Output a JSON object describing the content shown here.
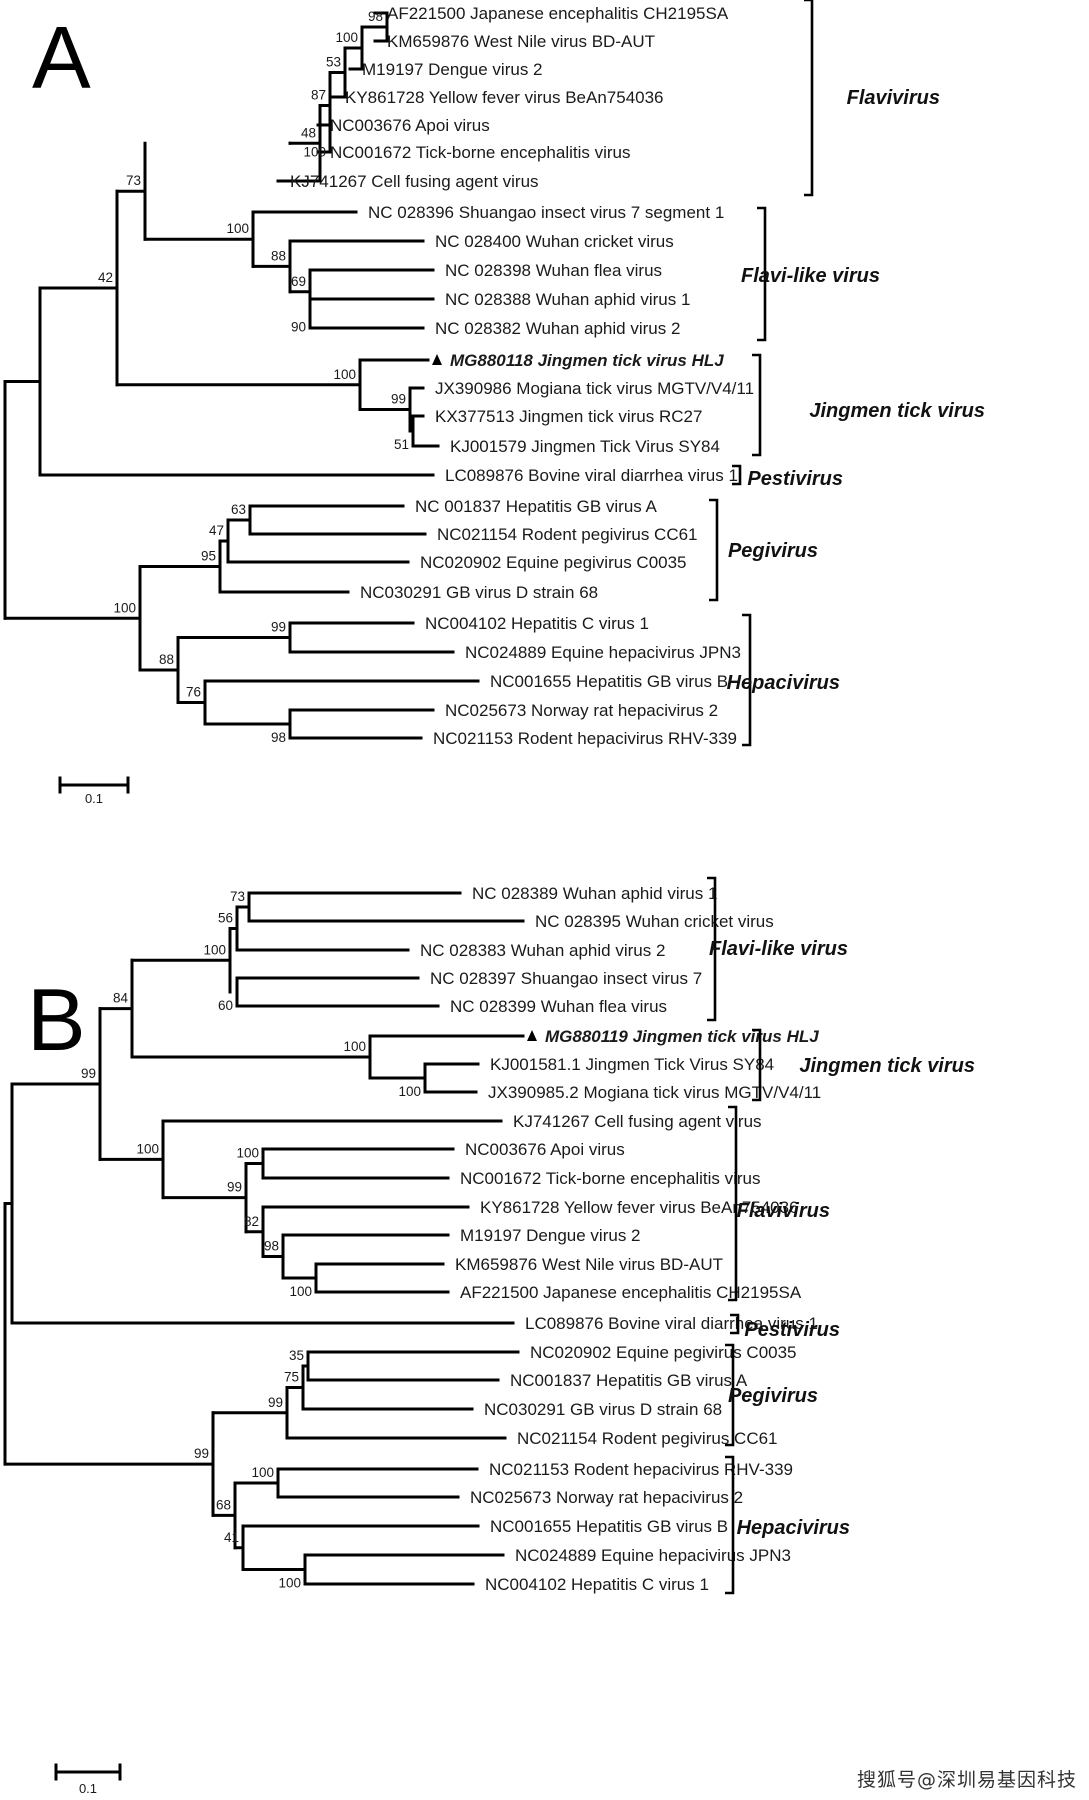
{
  "panels": [
    {
      "label": "A",
      "scale_bar_label": "0.1",
      "tips": [
        {
          "id": "a_t1",
          "text": "AF221500 Japanese encephalitis CH2195SA"
        },
        {
          "id": "a_t2",
          "text": "KM659876 West Nile virus BD-AUT"
        },
        {
          "id": "a_t3",
          "text": "M19197 Dengue virus 2"
        },
        {
          "id": "a_t4",
          "text": "KY861728 Yellow fever virus BeAn754036"
        },
        {
          "id": "a_t5",
          "text": "NC003676 Apoi virus"
        },
        {
          "id": "a_t6",
          "text": "NC001672 Tick-borne encephalitis virus"
        },
        {
          "id": "a_t7",
          "text": "KJ741267 Cell fusing agent virus"
        },
        {
          "id": "a_t8",
          "text": "NC 028396 Shuangao insect virus 7 segment 1"
        },
        {
          "id": "a_t9",
          "text": "NC 028400 Wuhan cricket virus"
        },
        {
          "id": "a_t10",
          "text": "NC 028398 Wuhan flea virus"
        },
        {
          "id": "a_t11",
          "text": "NC 028388 Wuhan aphid virus 1"
        },
        {
          "id": "a_t12",
          "text": "NC 028382 Wuhan aphid virus 2"
        },
        {
          "id": "a_t13",
          "text": "MG880118 Jingmen tick virus HLJ",
          "highlight": true
        },
        {
          "id": "a_t14",
          "text": "JX390986 Mogiana tick virus MGTV/V4/11"
        },
        {
          "id": "a_t15",
          "text": "KX377513 Jingmen tick virus RC27"
        },
        {
          "id": "a_t16",
          "text": "KJ001579 Jingmen Tick Virus SY84"
        },
        {
          "id": "a_t17",
          "text": "LC089876 Bovine viral diarrhea virus 1"
        },
        {
          "id": "a_t18",
          "text": "NC 001837 Hepatitis GB virus A"
        },
        {
          "id": "a_t19",
          "text": "NC021154 Rodent pegivirus CC61"
        },
        {
          "id": "a_t20",
          "text": "NC020902 Equine pegivirus C0035"
        },
        {
          "id": "a_t21",
          "text": "NC030291 GB virus D strain 68"
        },
        {
          "id": "a_t22",
          "text": "NC004102 Hepatitis C virus 1"
        },
        {
          "id": "a_t23",
          "text": "NC024889 Equine hepacivirus JPN3"
        },
        {
          "id": "a_t24",
          "text": "NC001655 Hepatitis GB virus B"
        },
        {
          "id": "a_t25",
          "text": "NC025673 Norway rat hepacivirus 2"
        },
        {
          "id": "a_t26",
          "text": "NC021153 Rodent hepacivirus RHV-339"
        }
      ],
      "support_values": [
        "98",
        "100",
        "53",
        "87",
        "100",
        "48",
        "73",
        "100",
        "88",
        "42",
        "69",
        "90",
        "100",
        "99",
        "51",
        "63",
        "47",
        "95",
        "100",
        "99",
        "88",
        "76",
        "98"
      ],
      "clades": [
        "Flavivirus",
        "Flavi-like virus",
        "Jingmen tick virus",
        "Pestivirus",
        "Pegivirus",
        "Hepacivirus"
      ]
    },
    {
      "label": "B",
      "scale_bar_label": "0.1",
      "tips": [
        {
          "id": "b_t1",
          "text": "NC 028389 Wuhan aphid virus 1"
        },
        {
          "id": "b_t2",
          "text": "NC 028395 Wuhan cricket virus"
        },
        {
          "id": "b_t3",
          "text": "NC 028383 Wuhan aphid virus 2"
        },
        {
          "id": "b_t4",
          "text": "NC 028397 Shuangao insect virus 7"
        },
        {
          "id": "b_t5",
          "text": "NC 028399 Wuhan flea virus"
        },
        {
          "id": "b_t6",
          "text": "MG880119 Jingmen tick virus HLJ",
          "highlight": true
        },
        {
          "id": "b_t7",
          "text": "KJ001581.1 Jingmen Tick Virus SY84"
        },
        {
          "id": "b_t8",
          "text": "JX390985.2 Mogiana tick virus MGTV/V4/11"
        },
        {
          "id": "b_t9",
          "text": "KJ741267 Cell fusing agent virus"
        },
        {
          "id": "b_t10",
          "text": "NC003676 Apoi virus"
        },
        {
          "id": "b_t11",
          "text": "NC001672 Tick-borne encephalitis virus"
        },
        {
          "id": "b_t12",
          "text": "KY861728 Yellow fever virus BeAn754036"
        },
        {
          "id": "b_t13",
          "text": "M19197 Dengue virus 2"
        },
        {
          "id": "b_t14",
          "text": "KM659876 West Nile virus BD-AUT"
        },
        {
          "id": "b_t15",
          "text": "AF221500 Japanese encephalitis CH2195SA"
        },
        {
          "id": "b_t16",
          "text": "LC089876 Bovine viral diarrhea virus 1"
        },
        {
          "id": "b_t17",
          "text": "NC020902 Equine pegivirus C0035"
        },
        {
          "id": "b_t18",
          "text": "NC001837 Hepatitis GB virus A"
        },
        {
          "id": "b_t19",
          "text": "NC030291 GB virus D strain 68"
        },
        {
          "id": "b_t20",
          "text": "NC021154 Rodent pegivirus CC61"
        },
        {
          "id": "b_t21",
          "text": "NC021153 Rodent hepacivirus RHV-339"
        },
        {
          "id": "b_t22",
          "text": "NC025673 Norway rat hepacivirus 2"
        },
        {
          "id": "b_t23",
          "text": "NC001655 Hepatitis GB virus B"
        },
        {
          "id": "b_t24",
          "text": "NC024889 Equine hepacivirus JPN3"
        },
        {
          "id": "b_t25",
          "text": "NC004102 Hepatitis C virus 1"
        }
      ],
      "support_values": [
        "73",
        "56",
        "100",
        "60",
        "84",
        "100",
        "100",
        "99",
        "100",
        "100",
        "99",
        "82",
        "98",
        "100",
        "35",
        "75",
        "99",
        "99",
        "100",
        "68",
        "41",
        "100"
      ],
      "clades": [
        "Flavi-like virus",
        "Jingmen tick virus",
        "Flavivirus",
        "Pestivirus",
        "Pegivirus",
        "Hepacivirus"
      ]
    }
  ],
  "watermark": "搜狐号@深圳易基因科技"
}
